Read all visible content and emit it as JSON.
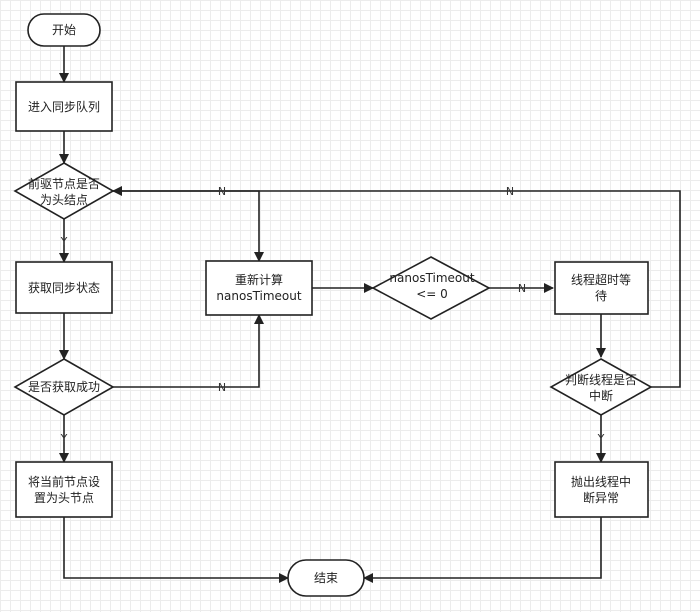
{
  "nodes": {
    "start": "开始",
    "enter_queue": "进入同步队列",
    "pred_is_head": [
      "前驱节点是否",
      "为头结点"
    ],
    "acquire_state": "获取同步状态",
    "acquire_success": "是否获取成功",
    "set_head": [
      "将当前节点设",
      "置为头节点"
    ],
    "recalc": [
      "重新计算",
      "nanosTimeout"
    ],
    "timeout_check": [
      "nanosTimeout",
      "<= 0"
    ],
    "thread_wait": [
      "线程超时等",
      "待"
    ],
    "interrupted": [
      "判断线程是否",
      "中断"
    ],
    "throw": [
      "抛出线程中",
      "断异常"
    ],
    "end": "结束"
  },
  "edge_labels": {
    "pred_yes": "Y",
    "pred_no": "N",
    "success_yes": "Y",
    "success_no": "N",
    "timeout_no": "N",
    "interrupt_yes": "Y",
    "interrupt_no": "N"
  }
}
